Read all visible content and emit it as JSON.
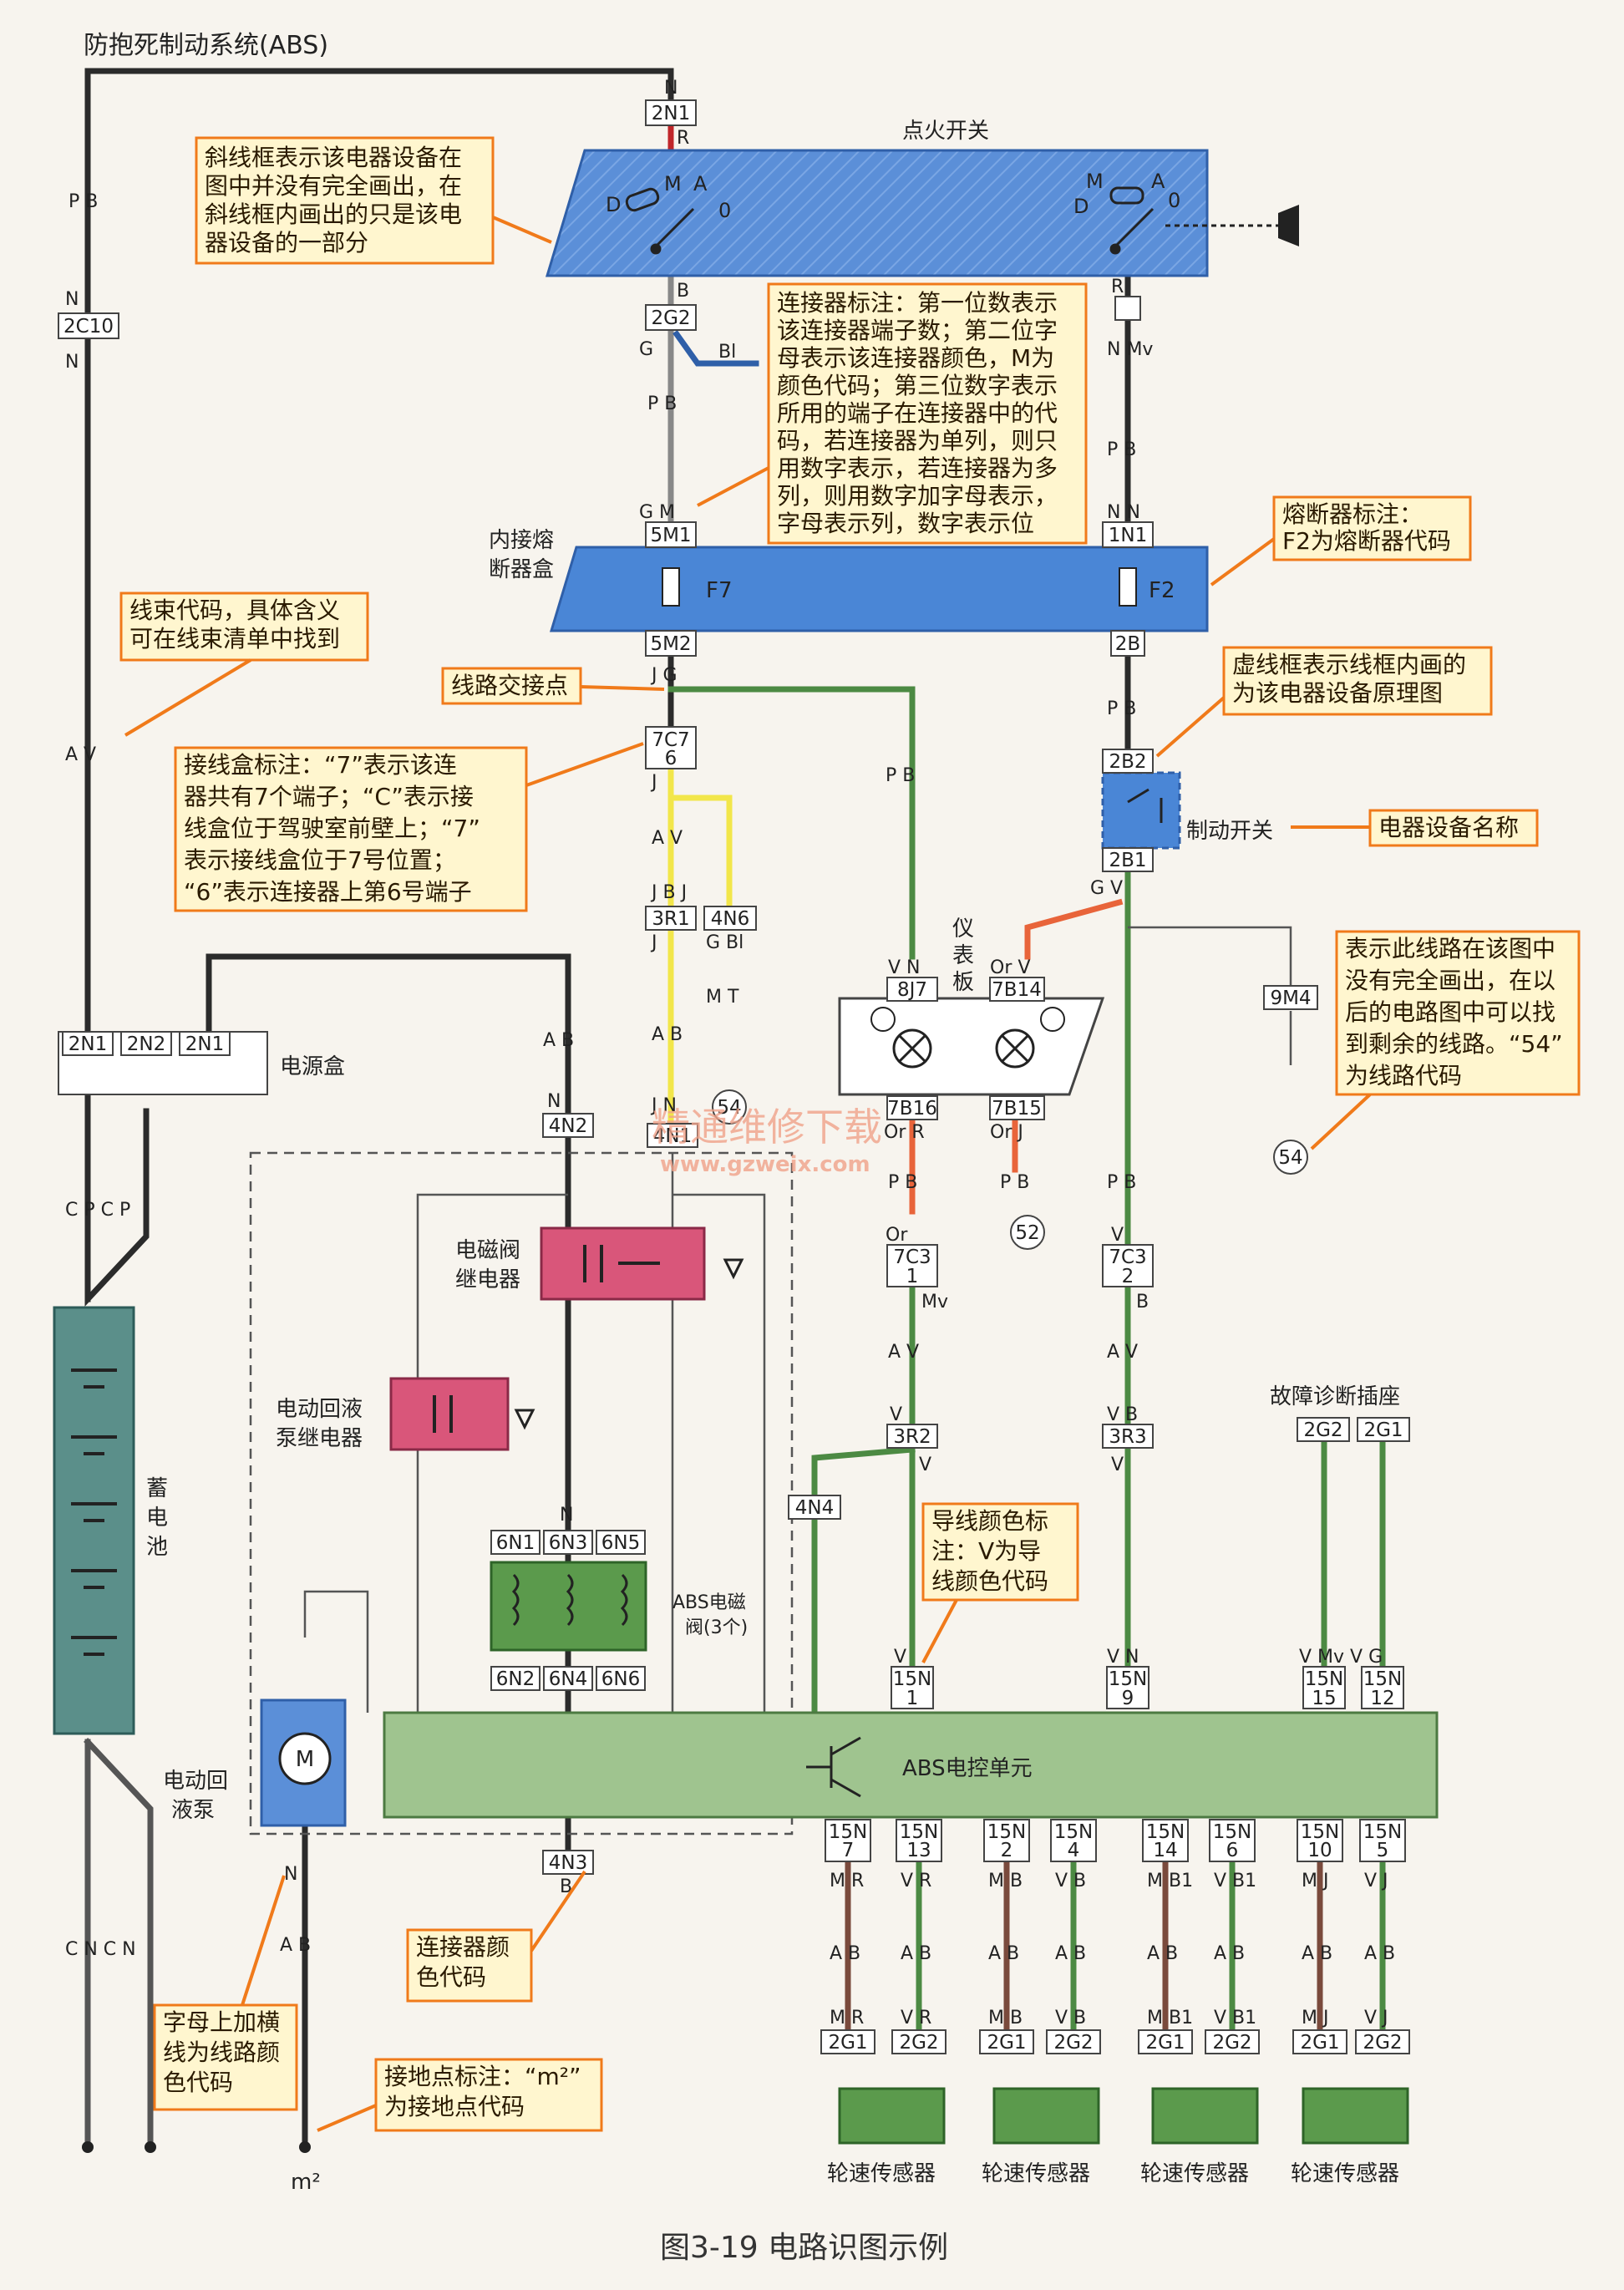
{
  "title": "防抱死制动系统(ABS)",
  "caption": "图3-19   电路识图示例",
  "watermark": {
    "cn": "精通维修下载",
    "url": "www.gzweix.com"
  },
  "components": {
    "ignition_switch": "点火开关",
    "fuse_box": [
      "内接熔",
      "断器盒"
    ],
    "fuse_f7": "F7",
    "fuse_f2": "F2",
    "power_box": "电源盒",
    "battery": [
      "蓄",
      "电",
      "池"
    ],
    "brake_switch": "制动开关",
    "instrument_panel": [
      "仪",
      "表",
      "板"
    ],
    "solenoid_relay": [
      "电磁阀",
      "继电器"
    ],
    "pump_relay": [
      "电动回液",
      "泵继电器"
    ],
    "abs_valves": [
      "ABS电磁",
      "阀(3个)"
    ],
    "pump_motor": [
      "电动回",
      "液泵"
    ],
    "ecu": "ABS电控单元",
    "diag_socket": "故障诊断插座",
    "wheel_sensor": "轮速传感器",
    "ground": "m²"
  },
  "annotations": {
    "hatched_frame": [
      "斜线框表示该电器设备在",
      "图中并没有完全画出，在",
      "斜线框内画出的只是该电",
      "器设备的一部分"
    ],
    "connector_label": [
      "连接器标注：第一位数表示",
      "该连接器端子数；第二位字",
      "母表示该连接器颜色，M为",
      "颜色代码；第三位数字表示",
      "所用的端子在连接器中的代",
      "码，若连接器为单列，则只",
      "用数字表示，若连接器为多",
      "列，则用数字加字母表示，",
      "字母表示列，数字表示位"
    ],
    "fuse_label": [
      "熔断器标注：",
      "F2为熔断器代码"
    ],
    "harness_code": [
      "线束代码，具体含义",
      "可在线束清单中找到"
    ],
    "junction_point": "线路交接点",
    "dashed_frame": [
      "虚线框表示线框内画的",
      "为该电器设备原理图"
    ],
    "junction_box": [
      "接线盒标注：“7”表示该连",
      "器共有7个端子；“C”表示接",
      "线盒位于驾驶室前壁上；“7”",
      "表示接线盒位于7号位置；",
      "“6”表示连接器上第6号端子"
    ],
    "device_name": "电器设备名称",
    "incomplete_line": [
      "表示此线路在该图中",
      "没有完全画出，在以",
      "后的电路图中可以找",
      "到剩余的线路。“54”",
      "为线路代码"
    ],
    "wire_color": [
      "导线颜色标",
      "注：V为导",
      "线颜色代码"
    ],
    "connector_color": [
      "连接器颜",
      "色代码"
    ],
    "overline": [
      "字母上加横",
      "线为线路颜",
      "色代码"
    ],
    "ground_label": [
      "接地点标注：“m²”",
      "为接地点代码"
    ]
  },
  "connectors": {
    "c2N1": "2N1",
    "c2C10": "2C10",
    "c2G2": "2G2",
    "c5M1": "5M1",
    "c5M2": "5M2",
    "c1N1": "1N1",
    "c2B": "2B",
    "c7C7": "7C7",
    "c7C7b": "6",
    "c2B2": "2B2",
    "c2B1": "2B1",
    "c3R1": "3R1",
    "c4N6": "4N6",
    "c8J7": "8J7",
    "c7B14": "7B14",
    "c9M4": "9M4",
    "c7B16": "7B16",
    "c7B15": "7B15",
    "pb1": "2N1",
    "pb2": "2N2",
    "pb3": "2N1",
    "c4N2": "4N2",
    "c4N1": "4N1",
    "c7C3a": "7C3",
    "c7C3ab": "1",
    "c7C3b": "7C3",
    "c7C3bb": "2",
    "c3R2": "3R2",
    "c3R3": "3R3",
    "c2G2d": "2G2",
    "c2G1d": "2G1",
    "c4N4": "4N4",
    "c6N1": "6N1",
    "c6N3": "6N3",
    "c6N5": "6N5",
    "c6N2": "6N2",
    "c6N4": "6N4",
    "c6N6": "6N6",
    "c15N1": "15N",
    "c15N1b": "1",
    "c15N9": "15N",
    "c15N9b": "9",
    "c15N15": "15N",
    "c15N15b": "15",
    "c15N12": "15N",
    "c15N12b": "12",
    "c4N3": "4N3",
    "bottom": [
      {
        "t": "15N",
        "b": "7"
      },
      {
        "t": "15N",
        "b": "13"
      },
      {
        "t": "15N",
        "b": "2"
      },
      {
        "t": "15N",
        "b": "4"
      },
      {
        "t": "15N",
        "b": "14"
      },
      {
        "t": "15N",
        "b": "6"
      },
      {
        "t": "15N",
        "b": "10"
      },
      {
        "t": "15N",
        "b": "5"
      }
    ],
    "sensor_pins": [
      "2G1",
      "2G2",
      "2G1",
      "2G2",
      "2G1",
      "2G2",
      "2G1",
      "2G2"
    ]
  },
  "wire_labels": {
    "top_N": "N",
    "top_R": "R",
    "PB_left": "P  B",
    "N_a": "N",
    "N_b": "N",
    "AV_left": "A  V",
    "CPCP": "C  P  C  P",
    "CNCN": "C  N  C  N",
    "B_2G2": "B",
    "G_2G2": "G",
    "Bl_2G2": "Bl",
    "PB_mid": "P  B",
    "GM": "G  M",
    "R_right": "R",
    "NMv": "N  Mv",
    "PB_right": "P  B",
    "NN": "N  N",
    "JG": "J  G",
    "PB_green": "P  B",
    "PB_f2": "P  B",
    "J_7c7": "J",
    "AV_mid": "A  V",
    "JB": "J  B  J",
    "J_3r1": "J",
    "GBl": "G  Bl",
    "MT": "M  T",
    "AB_mid": "A  B",
    "JN": "J  N",
    "lc54": "54",
    "lc54r": "54",
    "lc52": "52",
    "VN": "V  N",
    "OrV": "Or  V",
    "OrR": "Or  R",
    "OrJ": "Or  J",
    "PB_52": "P  B",
    "G_V_2b1": "G  V",
    "PB_a": "P  B",
    "PB_b": "P  B",
    "Or_a": "Or",
    "Mv_a": "Mv",
    "V_b": "V",
    "B_b": "B",
    "AV_a": "A  V",
    "AV_b": "A  V",
    "V_a2": "V",
    "VB_b2": "V  B",
    "V_a3": "V",
    "V_b3": "V",
    "AB_4n2": "A  B",
    "N_4n2": "N",
    "N_6n": "N",
    "VN_15n1": "V",
    "VN_15n9": "V  N",
    "VMvVG": "V  Mv  V  G",
    "AB_pump": "A  B",
    "N_pump": "N",
    "B_4n3": "B",
    "pins_top": [
      "M  R",
      "V  R",
      "M  B",
      "V  B",
      "M  B1",
      "V  B1",
      "M  J",
      "V  J"
    ],
    "pins_mid": [
      "A  B",
      "A  B",
      "A  B",
      "A  B",
      "A  B",
      "A  B",
      "A  B",
      "A  B"
    ],
    "pins_bot": [
      "M  R",
      "V  R",
      "M  B",
      "V  B",
      "M  B1",
      "V  B1",
      "M  J",
      "V  J"
    ]
  },
  "wire_colors": {
    "black": "#2b2b2b",
    "red": "#c0262a",
    "blue": "#2f5fa8",
    "green": "#4c8a43",
    "yellow": "#f2e64a",
    "orange": "#e8643a",
    "brown": "#7a4a3c",
    "gray": "#888888"
  }
}
